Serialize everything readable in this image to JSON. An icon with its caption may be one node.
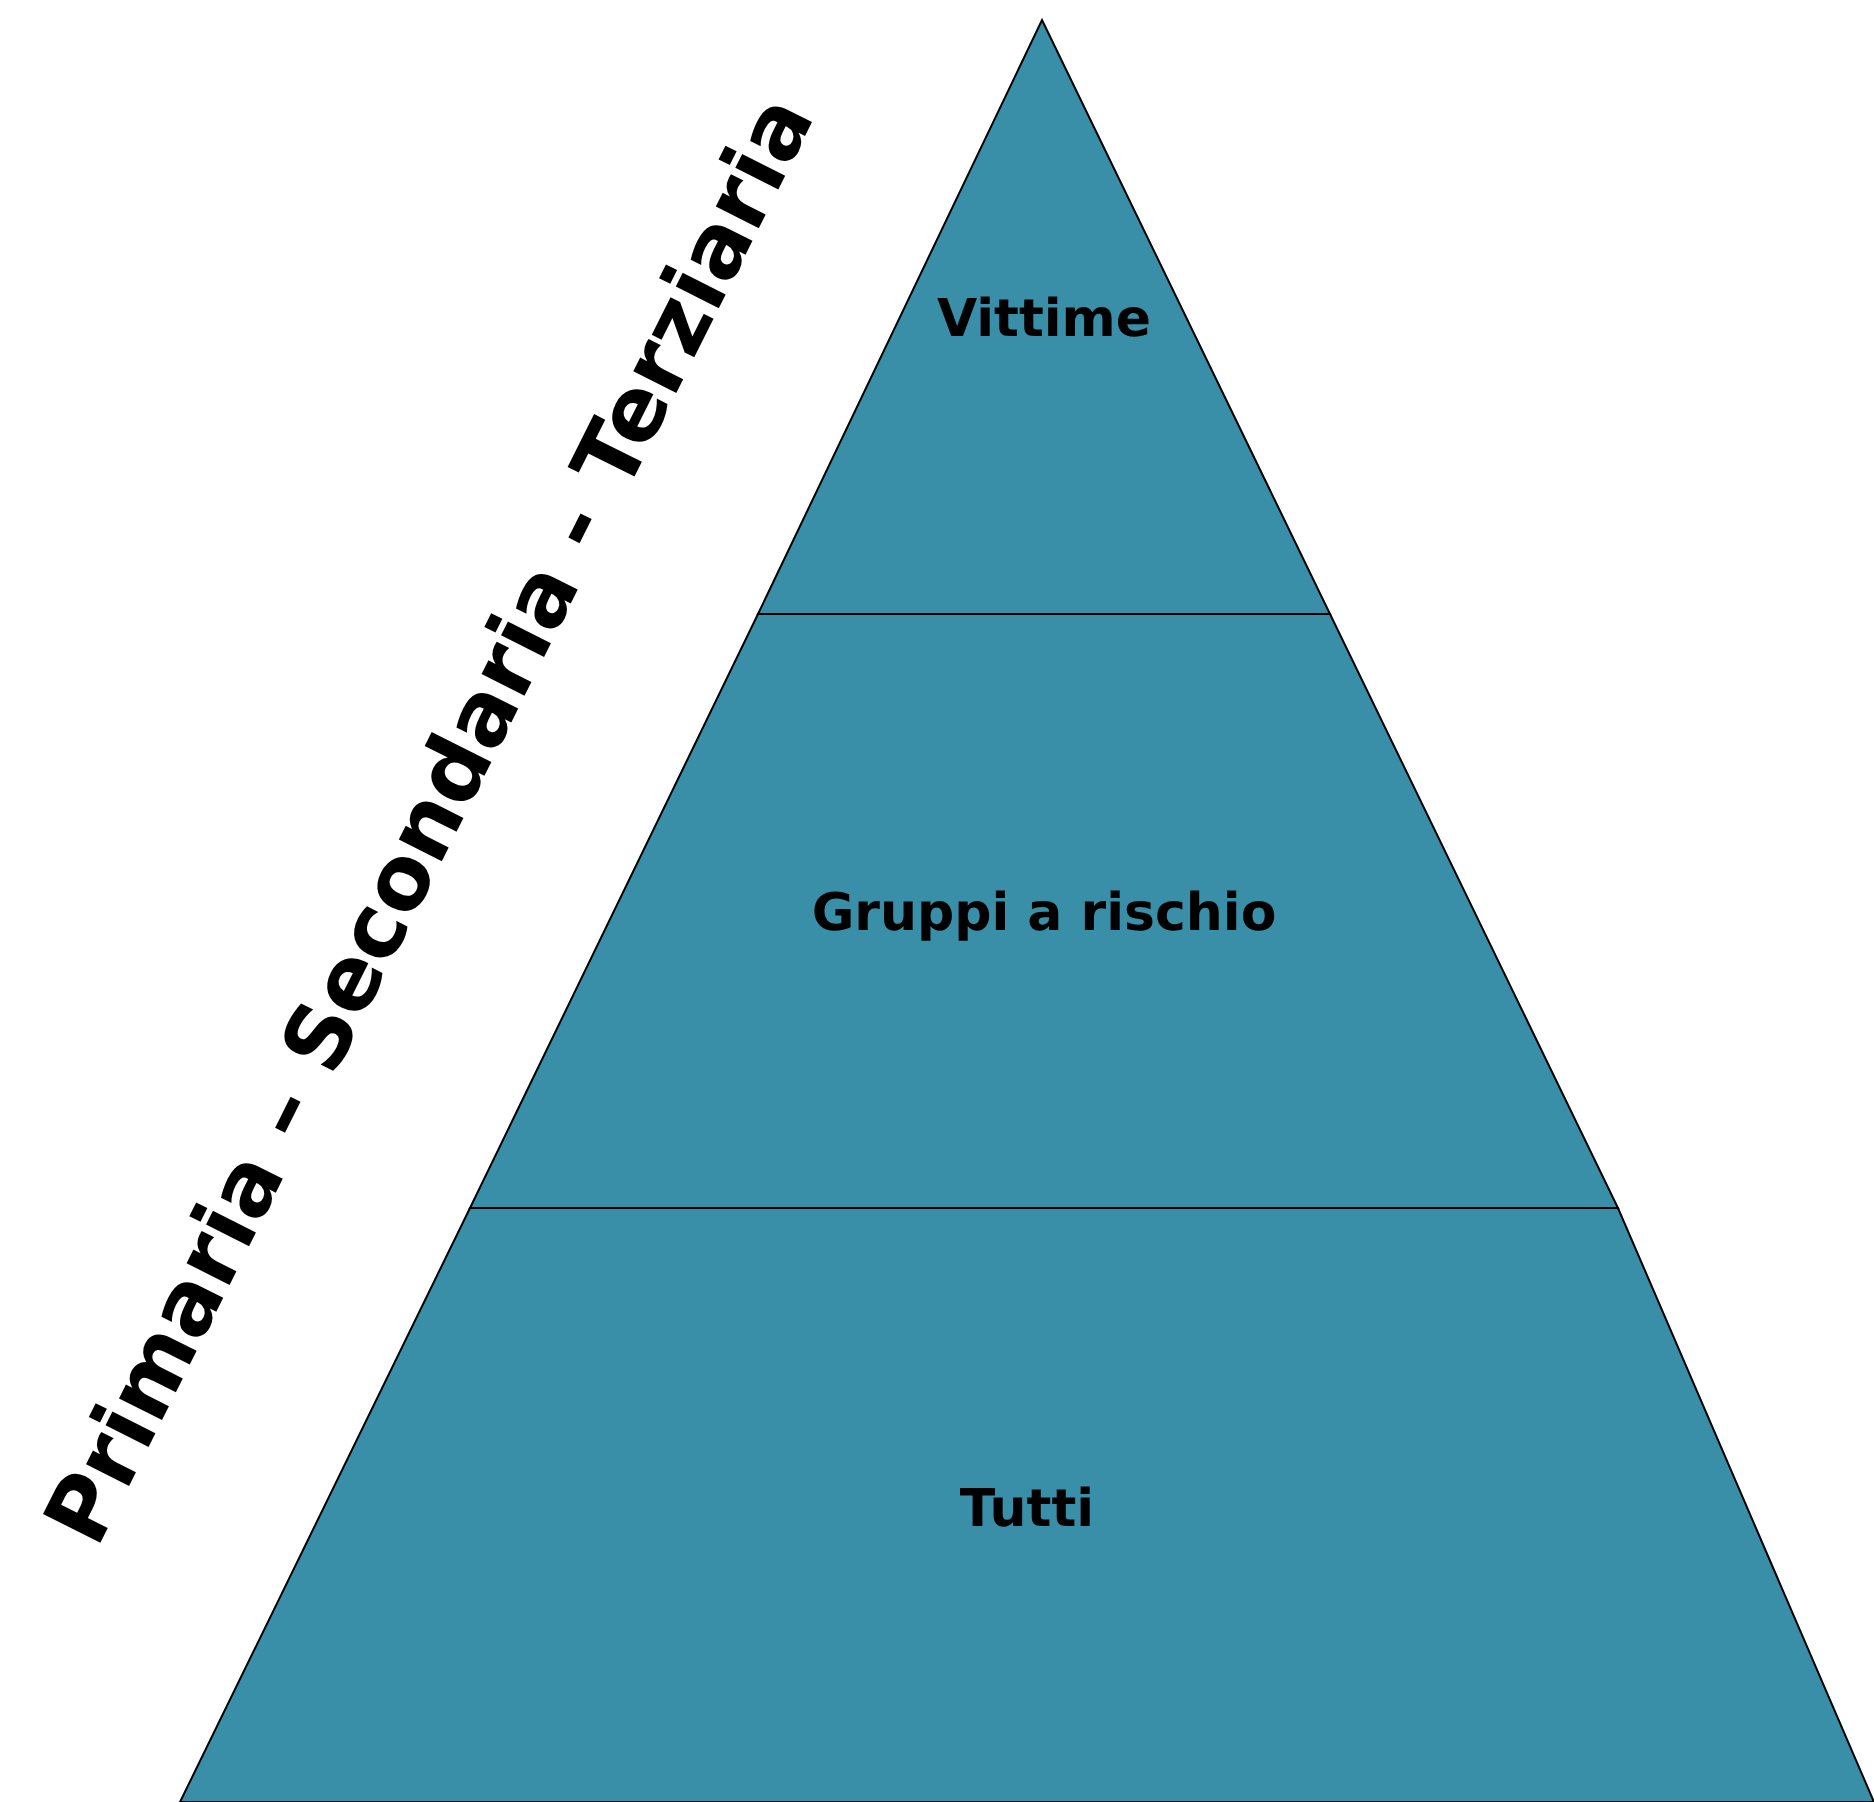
{
  "diagram": {
    "nodes": [
      {
        "text": [
          "Vittime"
        ]
      },
      {
        "text": [
          "Gruppi a rischio"
        ]
      },
      {
        "text": [
          "Tutti"
        ]
      }
    ],
    "labels": [
      "Primaria – Secondaria - Terziaria"
    ]
  }
}
